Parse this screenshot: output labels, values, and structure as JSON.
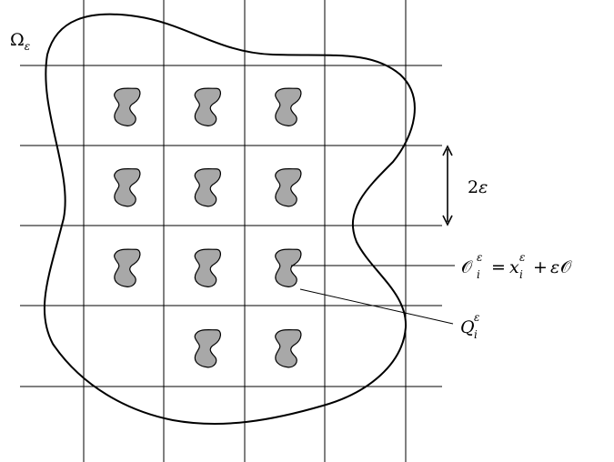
{
  "labels": {
    "domain": {
      "symbol": "Ω",
      "subscript": "ε"
    },
    "cell_size": {
      "coef": "2",
      "symbol": "ε"
    },
    "inclusion_formula": {
      "lhs": "𝒪",
      "lhs_sub": "i",
      "lhs_sup": "ε",
      "eq": "=",
      "x": "x",
      "x_sub": "i",
      "x_sup": "ε",
      "plus": "+",
      "eps": "ε",
      "rhs": "𝒪"
    },
    "cell": {
      "symbol": "Q",
      "sub": "i",
      "sup": "ε"
    }
  },
  "inclusions": [
    {
      "row": 0,
      "col": 0
    },
    {
      "row": 0,
      "col": 1
    },
    {
      "row": 0,
      "col": 2
    },
    {
      "row": 1,
      "col": 0
    },
    {
      "row": 1,
      "col": 1
    },
    {
      "row": 1,
      "col": 2
    },
    {
      "row": 2,
      "col": 0
    },
    {
      "row": 2,
      "col": 1
    },
    {
      "row": 2,
      "col": 2
    },
    {
      "row": 3,
      "col": 1
    },
    {
      "row": 3,
      "col": 2
    }
  ],
  "colors": {
    "inclusion_fill": "#a8a8a8",
    "stroke": "#000000"
  }
}
